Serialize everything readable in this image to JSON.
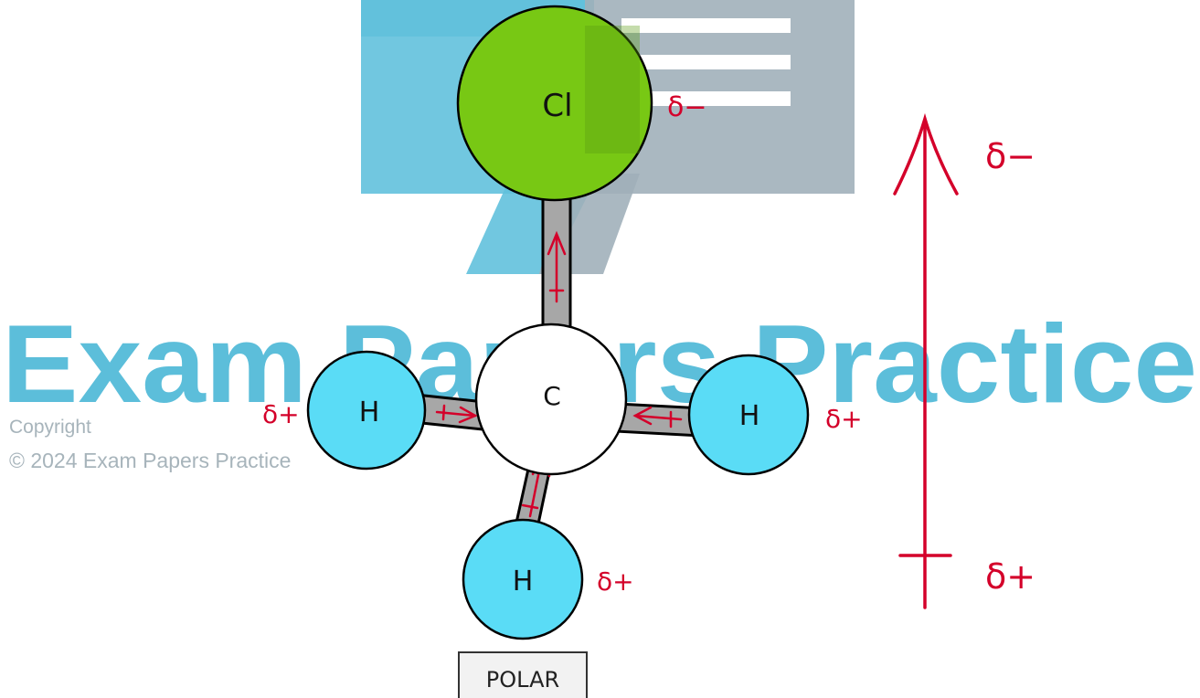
{
  "watermark": {
    "brand_text": "Exam Papers Practice",
    "copyright_label": "Copyright",
    "copyright_notice": "© 2024 Exam Papers Practice",
    "colors": {
      "blue": "#46b6d6",
      "grey": "#90a3ae"
    }
  },
  "molecule": {
    "atoms": {
      "chlorine": {
        "symbol": "Cl",
        "charge": "δ−",
        "color": "#78c814"
      },
      "carbon": {
        "symbol": "C",
        "color": "#ffffff"
      },
      "hydrogen_left": {
        "symbol": "H",
        "charge": "δ+",
        "color": "#5adcf6"
      },
      "hydrogen_right": {
        "symbol": "H",
        "charge": "δ+",
        "color": "#5adcf6"
      },
      "hydrogen_bottom": {
        "symbol": "H",
        "charge": "δ+",
        "color": "#5adcf6"
      }
    },
    "bond_color": "#a7a7a7",
    "dipole_color": "#d4002a"
  },
  "net_dipole": {
    "top_label": "δ−",
    "bottom_label": "δ+"
  },
  "polarity_label": "POLAR"
}
